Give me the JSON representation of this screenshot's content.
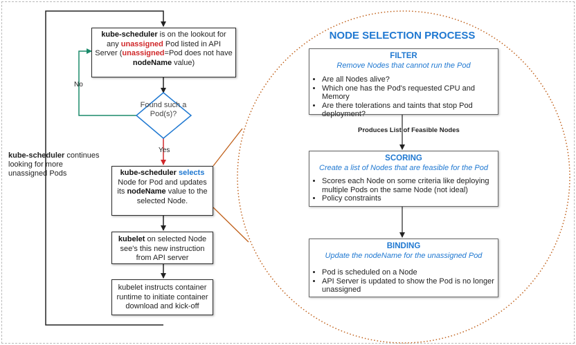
{
  "title": "NODE SELECTION PROCESS",
  "colors": {
    "accent": "#1f78d1",
    "highlight": "#d0282a",
    "loop_arrow": "#1a8a6a",
    "yes_arrow": "#d0282a",
    "connector": "#c0601a"
  },
  "left_flow": {
    "box1": {
      "b1": "kube-scheduler",
      "t1": " is on the lookout for any ",
      "r1": "unassigned",
      "t2": " Pod listed in API Server (",
      "r2": "unassigned",
      "t3": "=Pod does not have ",
      "b2": "nodeName",
      "t4": " value)"
    },
    "decision": {
      "text": "Found such a Pod(s)?",
      "no_label": "No",
      "yes_label": "Yes"
    },
    "box2": {
      "b1": "kube-scheduler",
      "bl1": " selects",
      "t1": " Node for Pod and updates its ",
      "b2": "nodeName",
      "t2": " value to the selected Node."
    },
    "box3": {
      "b1": "kubelet",
      "t1": " on selected Node see's this new instruction from API server"
    },
    "box4": {
      "text": "kubelet instructs container runtime to initiate container download and kick-off"
    },
    "side_note": {
      "b1": "kube-scheduler",
      "t1": " continues looking for more unassigned Pods"
    }
  },
  "process": {
    "filter": {
      "title": "FILTER",
      "subtitle": "Remove Nodes that cannot run the Pod",
      "items": [
        "Are all Nodes alive?",
        "Which one has the Pod's requested CPU and Memory",
        "Are there tolerations and taints that stop Pod deployment?"
      ]
    },
    "arrow_label": "Produces List of Feasible Nodes",
    "scoring": {
      "title": "SCORING",
      "subtitle": "Create a list of Nodes that are feasible for the Pod",
      "items": [
        "Scores each Node on some criteria like deploying multiple Pods on the same Node (not ideal)",
        "Policy constraints"
      ]
    },
    "binding": {
      "title": "BINDING",
      "subtitle": "Update the nodeName for the unassigned Pod",
      "items": [
        "Pod is scheduled on a Node",
        "API Server is updated to show the Pod is no longer unassigned"
      ]
    }
  }
}
